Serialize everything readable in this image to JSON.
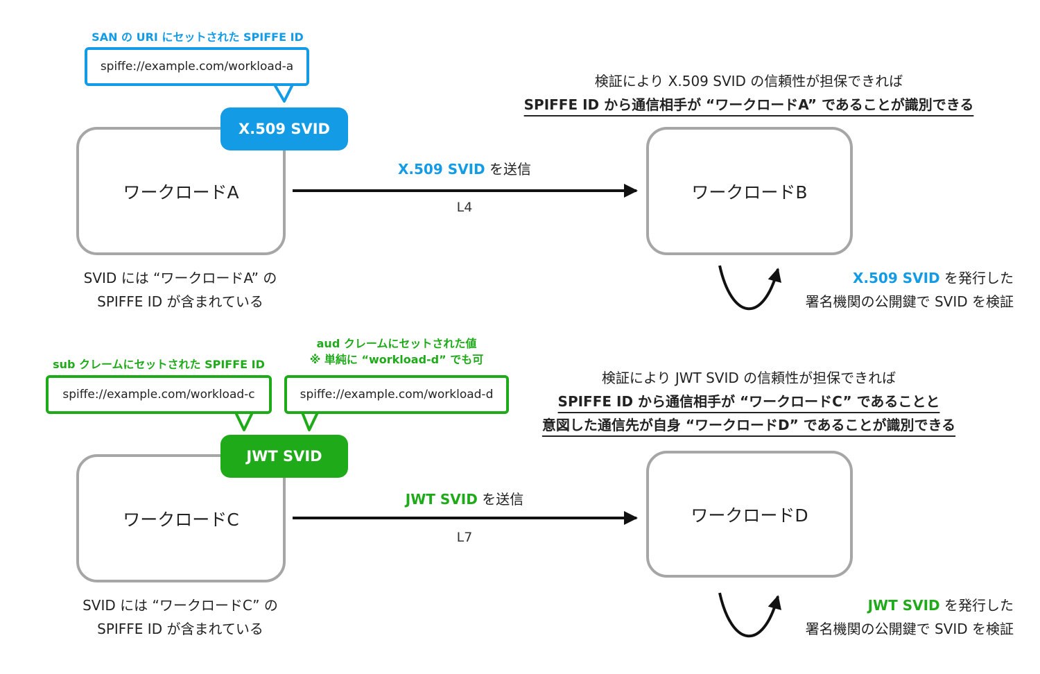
{
  "colors": {
    "x509": "#139be6",
    "jwt": "#1faa1a",
    "box_border": "#a6a6a6",
    "arrow": "#111111"
  },
  "top": {
    "bubble_label": "SAN の URI にセットされた SPIFFE ID",
    "bubble_value": "spiffe://example.com/workload-a",
    "badge": "X.509 SVID",
    "source_workload": "ワークロードA",
    "target_workload": "ワークロードB",
    "send_highlight": "X.509 SVID",
    "send_suffix": " を送信",
    "layer": "L4",
    "caption_line1": "SVID には “ワークロードA” の",
    "caption_line2": "SPIFFE ID が含まれている",
    "verify_line1": "検証により X.509 SVID の信頼性が担保できれば",
    "verify_line2": "SPIFFE ID から通信相手が “ワークロードA” であることが識別できる",
    "issuer_highlight": "X.509 SVID",
    "issuer_suffix": " を発行した",
    "issuer_line2": "署名機関の公開鍵で SVID を検証"
  },
  "bottom": {
    "bubble1_label": "sub クレームにセットされた SPIFFE ID",
    "bubble1_value": "spiffe://example.com/workload-c",
    "bubble2_label_line1": "aud クレームにセットされた値",
    "bubble2_label_line2": "※ 単純に “workload-d” でも可",
    "bubble2_value": "spiffe://example.com/workload-d",
    "badge": "JWT SVID",
    "source_workload": "ワークロードC",
    "target_workload": "ワークロードD",
    "send_highlight": "JWT SVID",
    "send_suffix": " を送信",
    "layer": "L7",
    "caption_line1": "SVID には “ワークロードC” の",
    "caption_line2": "SPIFFE ID が含まれている",
    "verify_line1": "検証により JWT SVID の信頼性が担保できれば",
    "verify_line2": "SPIFFE ID から通信相手が “ワークロードC” であることと",
    "verify_line3": "意図した通信先が自身 “ワークロードD” であることが識別できる",
    "issuer_highlight": "JWT SVID",
    "issuer_suffix": " を発行した",
    "issuer_line2": "署名機関の公開鍵で SVID を検証"
  }
}
